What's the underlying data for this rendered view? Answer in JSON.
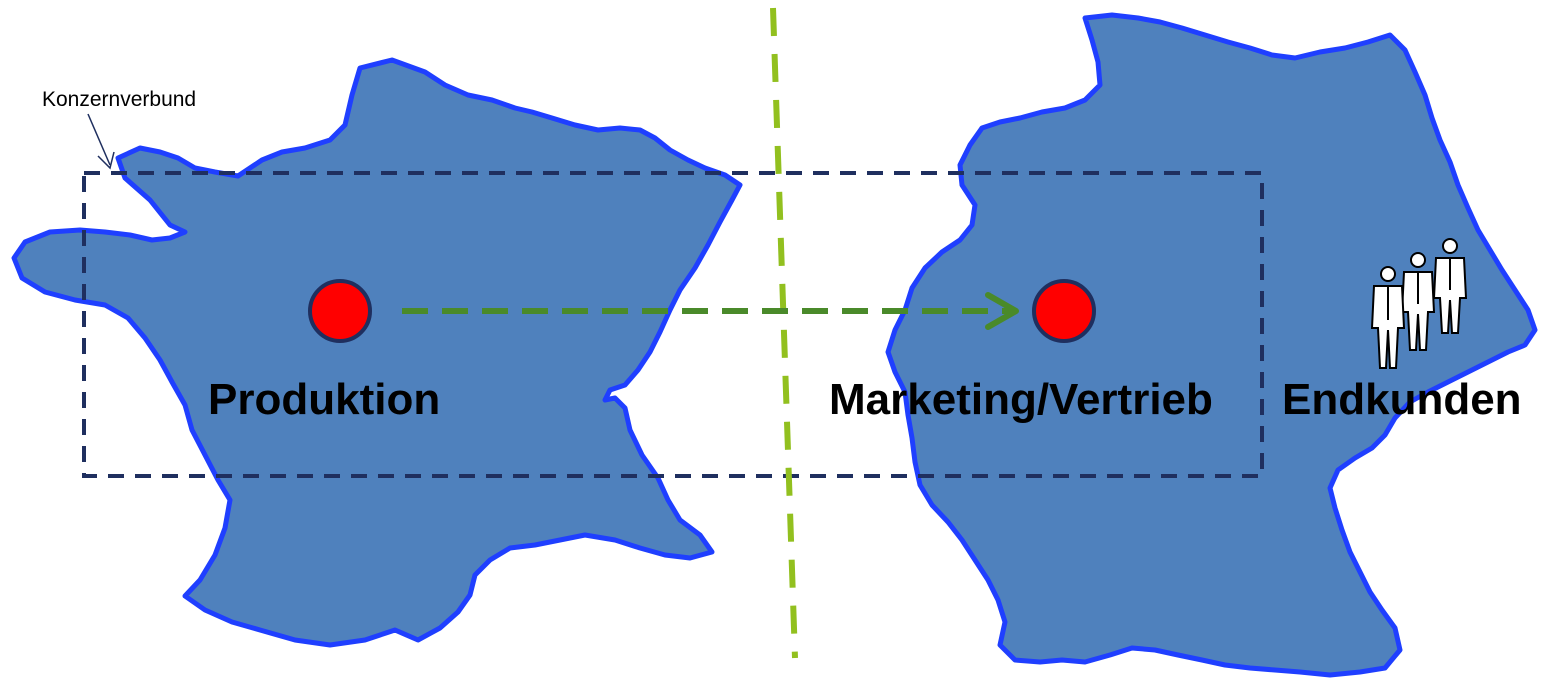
{
  "labels": {
    "group": "Konzernverbund",
    "production": "Produktion",
    "marketing": "Marketing/Vertrieb",
    "customers": "Endkunden"
  },
  "colors": {
    "country_fill": "#4f81bd",
    "country_outline": "#1f3fff",
    "group_box": "#1f2f5f",
    "border_line": "#92c01f",
    "flow_arrow": "#4a8a2a",
    "node_fill": "#ff0000",
    "node_outline": "#1f2f5f"
  },
  "icons": {
    "customers": "people-group-icon"
  }
}
